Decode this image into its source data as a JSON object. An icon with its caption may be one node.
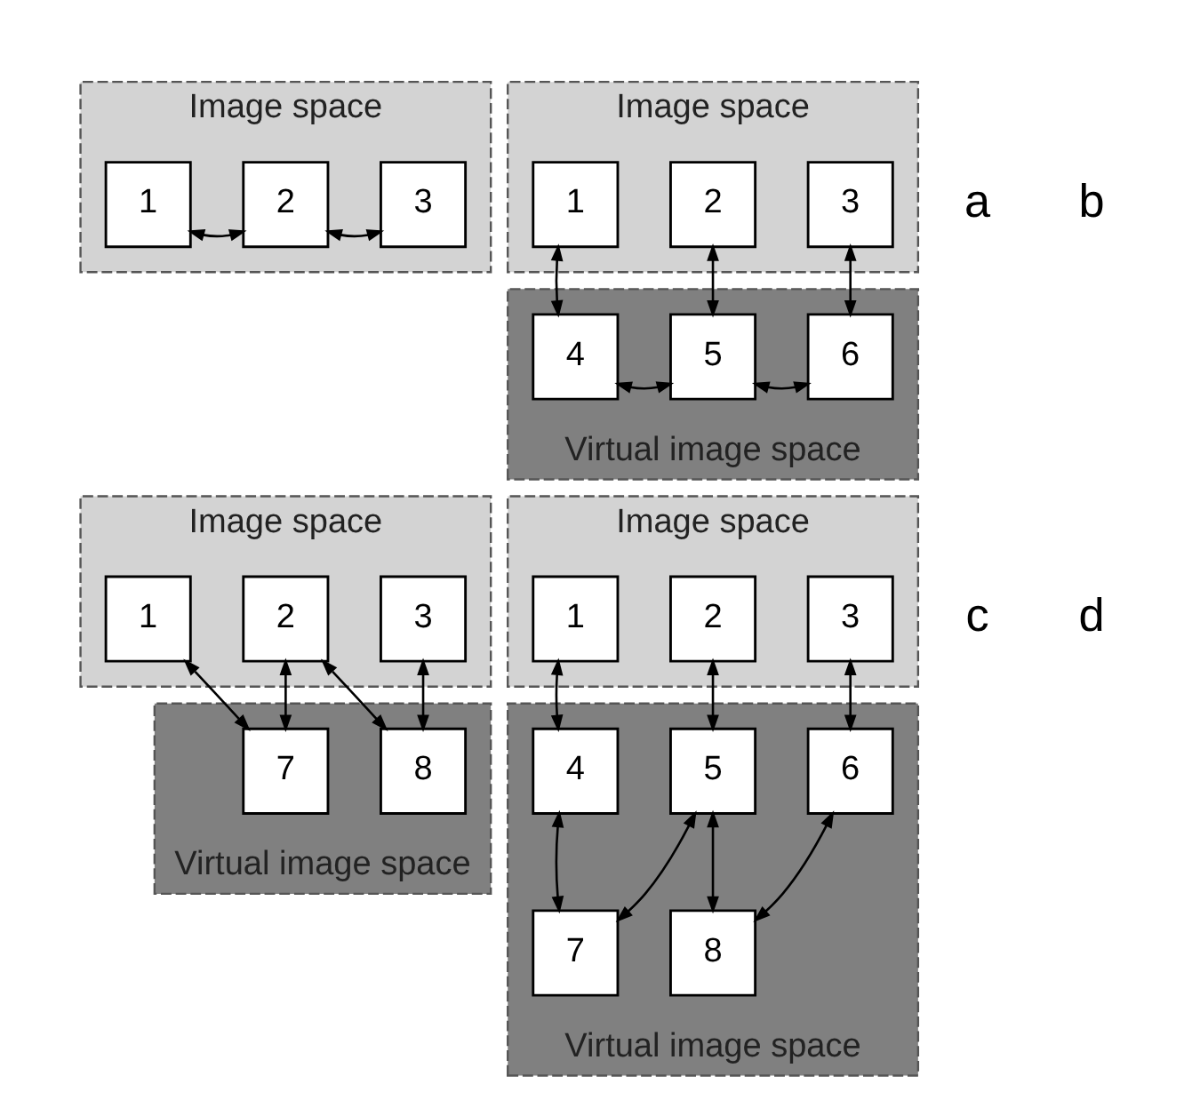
{
  "diagram": {
    "nodes": [
      {
        "text": [
          "Image space"
        ]
      },
      {
        "text": [
          "1"
        ],
        "in": 0
      },
      {
        "text": [
          "2"
        ],
        "in": 0
      },
      {
        "text": [
          "3"
        ],
        "in": 0
      },
      {
        "text": [
          "Image space"
        ]
      },
      {
        "text": [
          "1"
        ],
        "in": 4
      },
      {
        "text": [
          "2"
        ],
        "in": 4
      },
      {
        "text": [
          "3"
        ],
        "in": 4
      },
      {
        "text": [
          "Virtual image space"
        ]
      },
      {
        "text": [
          "4"
        ],
        "in": 8
      },
      {
        "text": [
          "5"
        ],
        "in": 8
      },
      {
        "text": [
          "6"
        ],
        "in": 8
      },
      {
        "text": [
          "Image space"
        ]
      },
      {
        "text": [
          "1"
        ],
        "in": 12
      },
      {
        "text": [
          "2"
        ],
        "in": 12
      },
      {
        "text": [
          "3"
        ],
        "in": 12
      },
      {
        "text": [
          "Virtual image space"
        ]
      },
      {
        "text": [
          "7"
        ],
        "in": 16
      },
      {
        "text": [
          "8"
        ],
        "in": 16
      },
      {
        "text": [
          "Image space"
        ]
      },
      {
        "text": [
          "1"
        ],
        "in": 19
      },
      {
        "text": [
          "2"
        ],
        "in": 19
      },
      {
        "text": [
          "3"
        ],
        "in": 19
      },
      {
        "text": [
          "Virtual image space"
        ]
      },
      {
        "text": [
          "4"
        ],
        "in": 23
      },
      {
        "text": [
          "5"
        ],
        "in": 23
      },
      {
        "text": [
          "6"
        ],
        "in": 23
      },
      {
        "text": [
          "7"
        ],
        "in": 23
      },
      {
        "text": [
          "8"
        ],
        "in": 23
      }
    ],
    "edges": [
      {
        "from": 1,
        "to": 2,
        "arrow": "both"
      },
      {
        "from": 2,
        "to": 3,
        "arrow": "both"
      },
      {
        "from": 5,
        "to": 9,
        "arrow": "both"
      },
      {
        "from": 6,
        "to": 10,
        "arrow": "both"
      },
      {
        "from": 7,
        "to": 11,
        "arrow": "both"
      },
      {
        "from": 9,
        "to": 10,
        "arrow": "both"
      },
      {
        "from": 10,
        "to": 11,
        "arrow": "both"
      },
      {
        "from": 13,
        "to": 17,
        "arrow": "both"
      },
      {
        "from": 14,
        "to": 17,
        "arrow": "both"
      },
      {
        "from": 14,
        "to": 18,
        "arrow": "both"
      },
      {
        "from": 15,
        "to": 18,
        "arrow": "both"
      },
      {
        "from": 20,
        "to": 24,
        "arrow": "both"
      },
      {
        "from": 21,
        "to": 25,
        "arrow": "both"
      },
      {
        "from": 22,
        "to": 26,
        "arrow": "both"
      },
      {
        "from": 24,
        "to": 27,
        "arrow": "both"
      },
      {
        "from": 25,
        "to": 27,
        "arrow": "both"
      },
      {
        "from": 25,
        "to": 28,
        "arrow": "both"
      },
      {
        "from": 26,
        "to": 28,
        "arrow": "both"
      }
    ],
    "labels": [
      "a",
      "b",
      "c",
      "d"
    ]
  }
}
